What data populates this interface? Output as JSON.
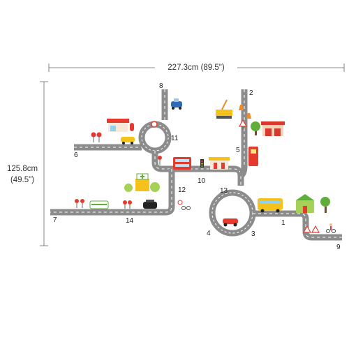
{
  "dimensions": {
    "width_label": "227.3cm (89.5\")",
    "height_label_cm": "125.8cm",
    "height_label_in": "(49.5\")"
  },
  "segment_numbers": [
    "1",
    "2",
    "3",
    "4",
    "5",
    "6",
    "7",
    "8",
    "9",
    "10",
    "11",
    "12",
    "13",
    "14"
  ],
  "colors": {
    "road": "#8a8a8a",
    "road_marking": "#ffffff",
    "dimension_line": "#555555",
    "tree": "#5fae3a",
    "red_vehicle": "#e53b2f",
    "yellow_vehicle": "#f4c21b",
    "blue_vehicle": "#2e6db4"
  },
  "icons": [
    "police-car-icon",
    "crane-truck-icon",
    "traffic-cone-icon",
    "fire-station-icon",
    "fire-engine-icon",
    "shop-icon",
    "postbox-icon",
    "taxi-icon",
    "no-entry-sign-icon",
    "double-decker-bus-icon",
    "traffic-light-icon",
    "petrol-station-icon",
    "hospital-icon",
    "ambulance-icon",
    "black-cab-icon",
    "bicycle-sign-icon",
    "race-car-icon",
    "school-bus-icon",
    "school-building-icon",
    "tree-icon",
    "warning-sign-icon",
    "cyclist-icon"
  ]
}
